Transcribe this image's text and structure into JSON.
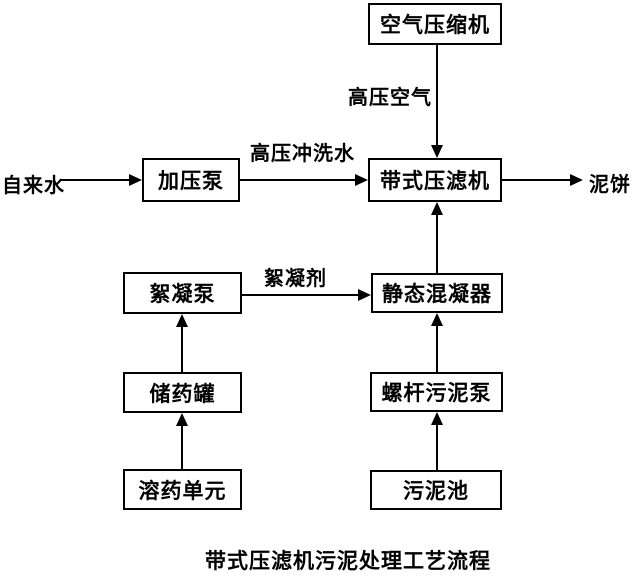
{
  "diagram": {
    "title": "带式压滤机污泥处理工艺流程",
    "boxes": {
      "air_compressor": "空气压缩机",
      "pressure_pump": "加压泵",
      "belt_filter_press": "带式压滤机",
      "flocculation_pump": "絮凝泵",
      "static_mixer": "静态混凝器",
      "medicine_tank": "储药罐",
      "screw_sludge_pump": "螺杆污泥泵",
      "dissolving_unit": "溶药单元",
      "sludge_pool": "污泥池"
    },
    "labels": {
      "tap_water": "自来水",
      "high_pressure_air": "高压空气",
      "high_pressure_flush_water": "高压冲洗水",
      "flocculant": "絮凝剂",
      "mud_cake": "泥饼"
    },
    "colors": {
      "line": "#000000",
      "background": "#ffffff",
      "text": "#000000"
    }
  }
}
